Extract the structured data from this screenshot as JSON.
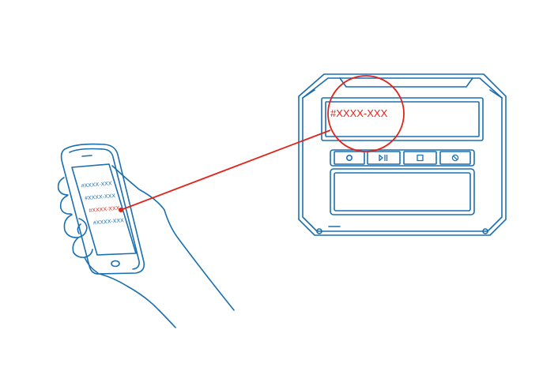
{
  "colors": {
    "line": "#1a6fb0",
    "highlight": "#e0241b",
    "background": "#ffffff"
  },
  "device": {
    "screen_code": "#XXXX-XXX",
    "buttons": [
      {
        "icon": "power-icon"
      },
      {
        "icon": "play-pause-icon"
      },
      {
        "icon": "stop-icon"
      },
      {
        "icon": "settings-icon"
      }
    ]
  },
  "phone": {
    "list_items": [
      "#XXXX-XXX",
      "#XXXX-XXX",
      "#XXXX-XXX",
      "#XXXX-XXX"
    ],
    "highlighted_index": 2
  }
}
